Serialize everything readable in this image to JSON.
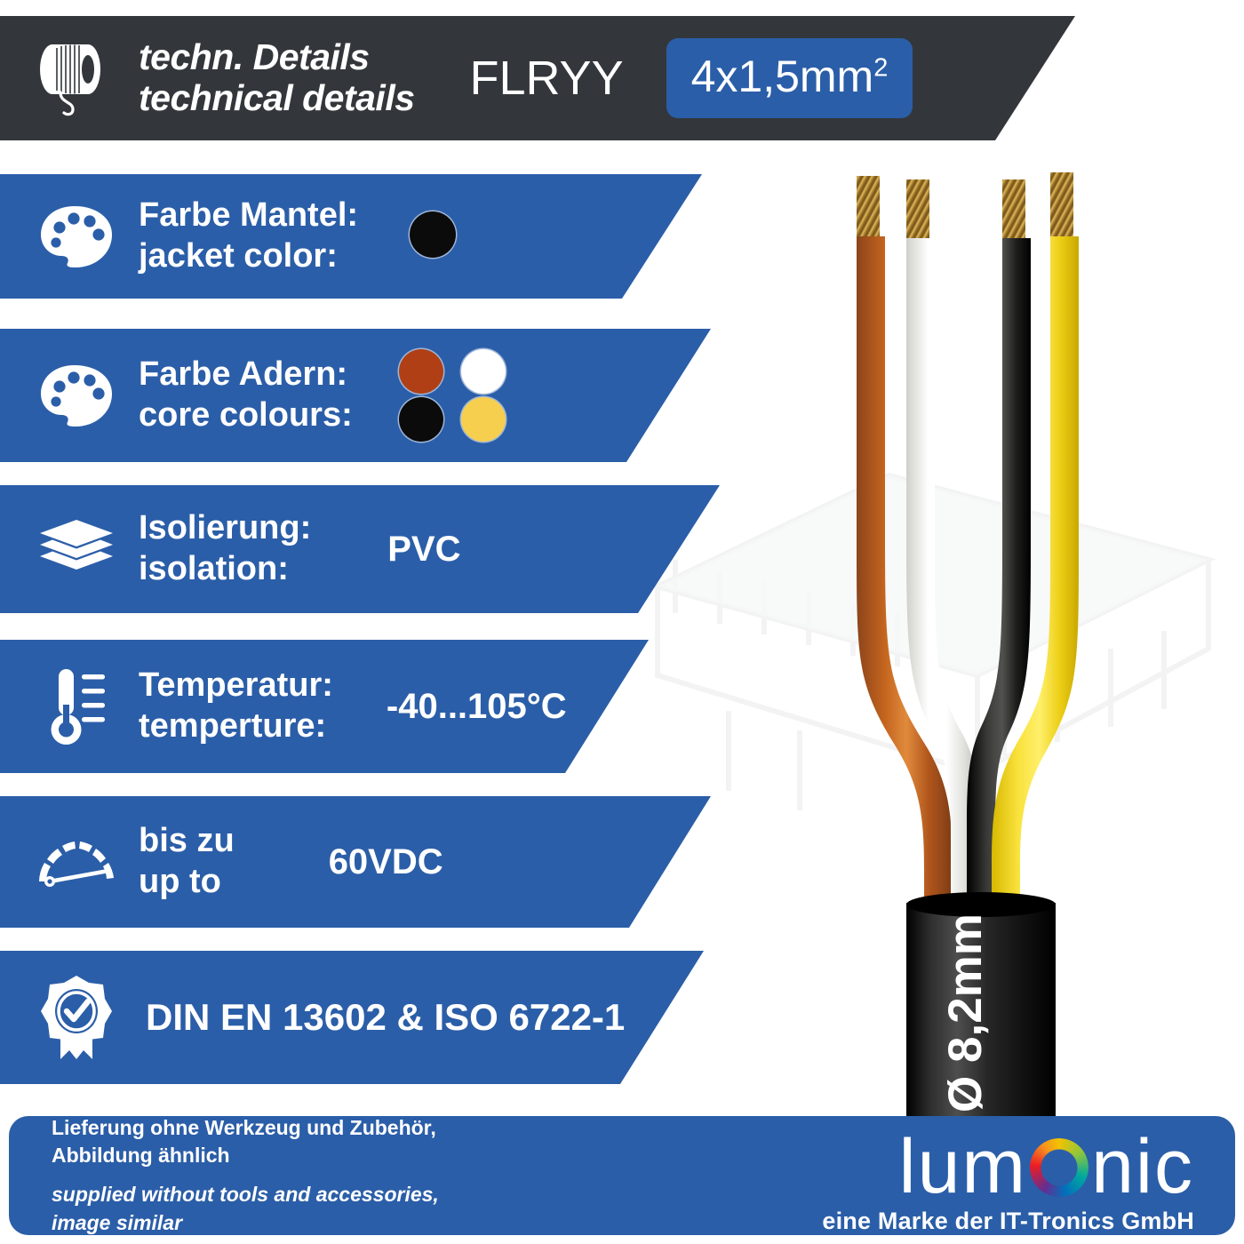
{
  "header": {
    "icon": "cable-spool-icon",
    "title_de": "techn. Details",
    "title_en": "technical details",
    "product_name": "FLRYY",
    "badge_value": "4x1,5mm",
    "badge_exponent": "2"
  },
  "specs": [
    {
      "icon": "palette-icon",
      "label_de": "Farbe Mantel:",
      "label_en": "jacket color:",
      "value_type": "swatch-single",
      "swatches": [
        "#0b0b0b"
      ]
    },
    {
      "icon": "palette-icon",
      "label_de": "Farbe Adern:",
      "label_en": "core colours:",
      "value_type": "swatch-grid",
      "swatches": [
        "#b03f16",
        "#ffffff",
        "#0b0b0b",
        "#f7cf4f"
      ]
    },
    {
      "icon": "layers-icon",
      "label_de": "Isolierung:",
      "label_en": "isolation:",
      "value_type": "text",
      "value": "PVC"
    },
    {
      "icon": "thermometer-icon",
      "label_de": "Temperatur:",
      "label_en": "temperture:",
      "value_type": "text",
      "value": "-40...105°C"
    },
    {
      "icon": "gauge-icon",
      "label_de": "bis zu",
      "label_en": "up to",
      "value_type": "text",
      "value": "60VDC"
    },
    {
      "icon": "certified-ribbon-icon",
      "label_single": "DIN EN 13602 & ISO 6722-1",
      "value_type": "none"
    }
  ],
  "product_image": {
    "diameter_label": "Ø 8,2mm",
    "jacket_color": "#111111",
    "core_colors": [
      "#b5601f",
      "#f4f4f2",
      "#1a1a1a",
      "#f6dc2e"
    ],
    "conductor_color": "#b08430",
    "background_watermark": "trailer-silhouette"
  },
  "footer": {
    "disclaimer_de_line1": "Lieferung ohne Werkzeug und Zubehör,",
    "disclaimer_de_line2": "Abbildung ähnlich",
    "disclaimer_en_line1": "supplied without tools and accessories,",
    "disclaimer_en_line2": "image similar",
    "brand_part1": "lum",
    "brand_part2": "nic",
    "brand_ring": "rainbow-ring-icon",
    "brand_tagline": "eine Marke der IT-Tronics GmbH"
  },
  "colors": {
    "accent_blue": "#2B5EA8",
    "header_dark": "#33373B",
    "white": "#ffffff"
  }
}
